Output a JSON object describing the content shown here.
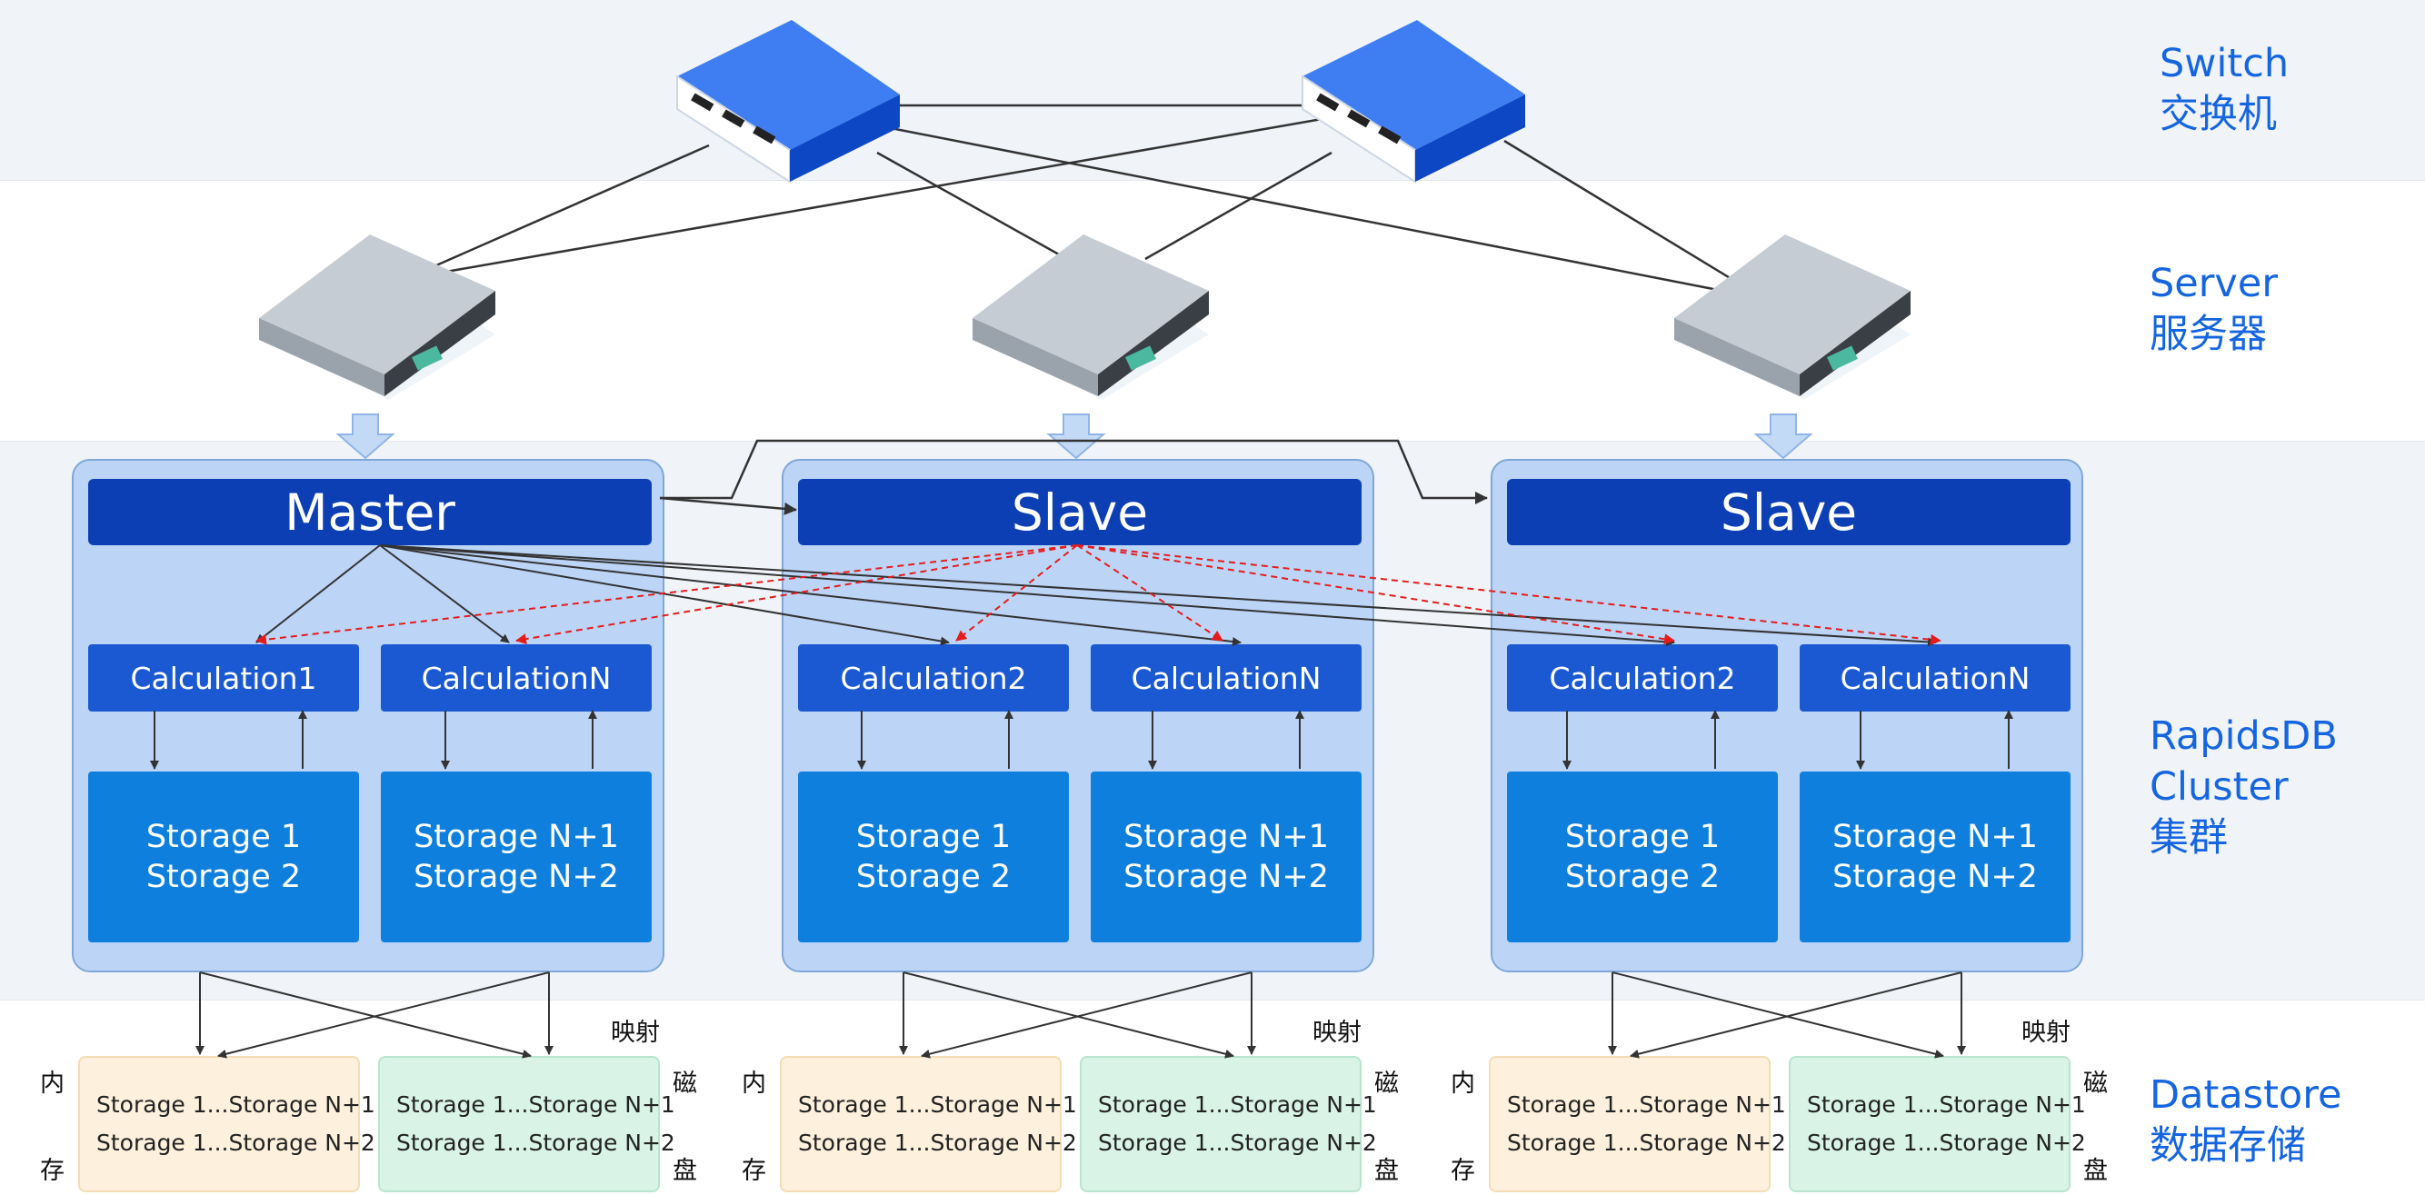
{
  "layers": {
    "switch": {
      "en": "Switch",
      "zh": "交换机"
    },
    "server": {
      "en": "Server",
      "zh": "服务器"
    },
    "cluster": {
      "en1": "RapidsDB",
      "en2": "Cluster",
      "zh": "集群"
    },
    "datastore": {
      "en": "Datastore",
      "zh": "数据存储"
    }
  },
  "clusters": [
    {
      "role": "Master",
      "calcs": [
        "Calculation1",
        "CalculationN"
      ],
      "storages": [
        [
          "Storage 1",
          "Storage 2"
        ],
        [
          "Storage N+1",
          "Storage N+2"
        ]
      ],
      "memory_store": [
        "Storage 1...Storage N+1",
        "Storage 1...Storage N+2"
      ],
      "disk_store": [
        "Storage 1...Storage N+1",
        "Storage 1...Storage N+2"
      ]
    },
    {
      "role": "Slave",
      "calcs": [
        "Calculation2",
        "CalculationN"
      ],
      "storages": [
        [
          "Storage 1",
          "Storage 2"
        ],
        [
          "Storage N+1",
          "Storage N+2"
        ]
      ],
      "memory_store": [
        "Storage 1...Storage N+1",
        "Storage 1...Storage N+2"
      ],
      "disk_store": [
        "Storage 1...Storage N+1",
        "Storage 1...Storage N+2"
      ]
    },
    {
      "role": "Slave",
      "calcs": [
        "Calculation2",
        "CalculationN"
      ],
      "storages": [
        [
          "Storage 1",
          "Storage 2"
        ],
        [
          "Storage N+1",
          "Storage N+2"
        ]
      ],
      "memory_store": [
        "Storage 1...Storage N+1",
        "Storage 1...Storage N+2"
      ],
      "disk_store": [
        "Storage 1...Storage N+1",
        "Storage 1...Storage N+2"
      ]
    }
  ],
  "datastore_labels": {
    "mapping": "映射",
    "memory_top": "内",
    "memory_bottom": "存",
    "disk_top": "磁",
    "disk_bottom": "盘"
  },
  "colors": {
    "switch_blue": "#1155d8",
    "master_bar": "#0d3fb4",
    "calc_box": "#1a59d1",
    "storage_box": "#0f7fdd",
    "cluster_bg": "#bcd5f7",
    "memory_bg": "#fdf0dc",
    "disk_bg": "#d9f3e7",
    "label_blue": "#1565e0",
    "replication_arrow": "#e51c1c"
  }
}
